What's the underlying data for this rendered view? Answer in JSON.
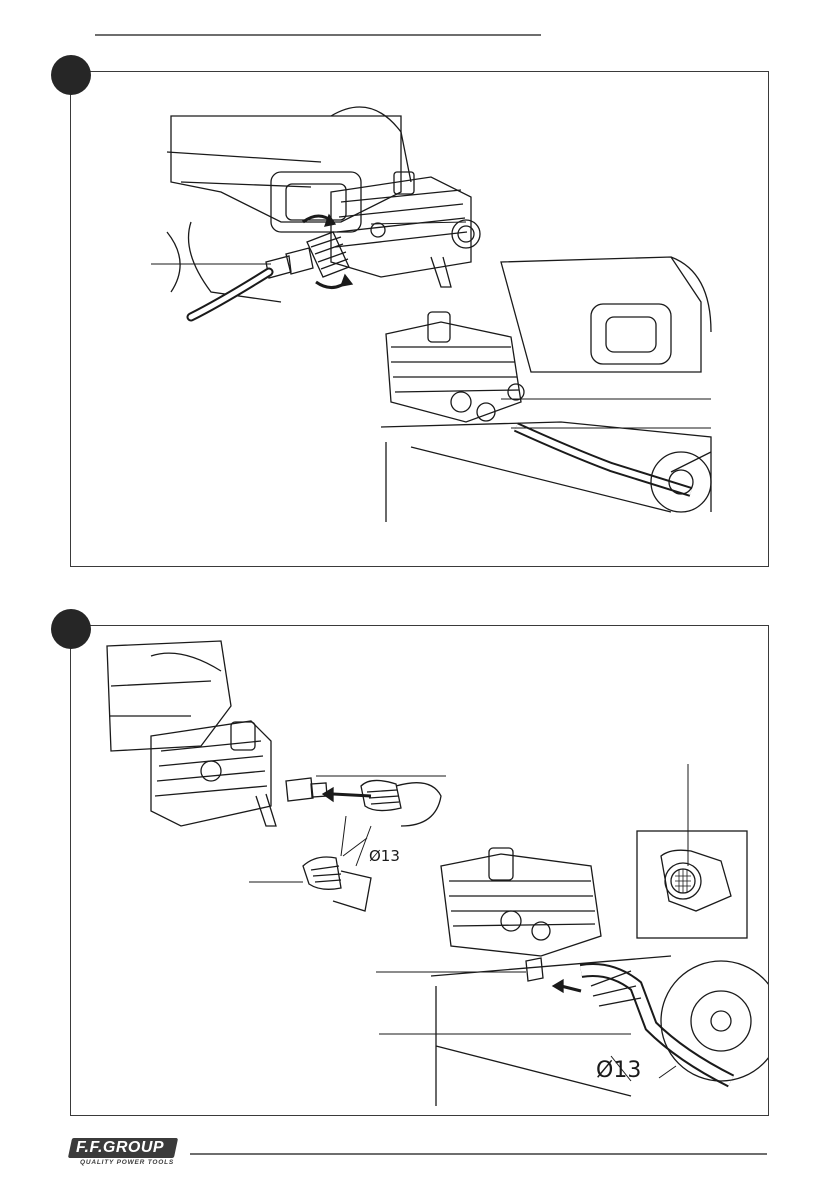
{
  "steps": [
    {
      "panel": "hose-to-pump-outlet"
    },
    {
      "panel": "water-inlet-connection",
      "dimension_small": "Ø13",
      "dimension_large": "Ø13"
    }
  ],
  "footer": {
    "brand": "F.F.GROUP",
    "tagline": "QUALITY POWER TOOLS"
  },
  "colors": {
    "line": "#1a1a1a",
    "step_marker": "#262626",
    "rule": "#6e6e6e",
    "logo": "#3b3b3b"
  }
}
